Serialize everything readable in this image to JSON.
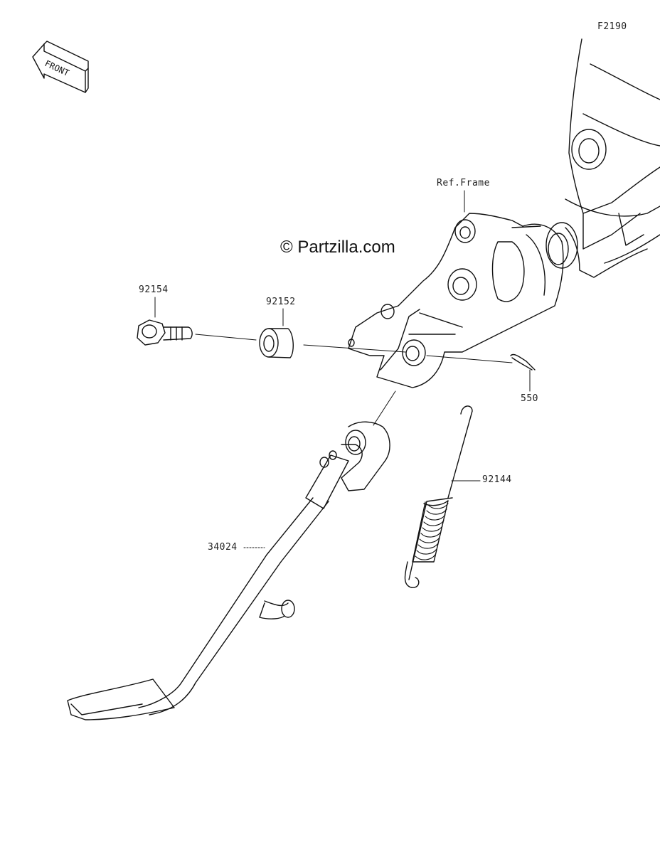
{
  "diagram": {
    "code": "F2190",
    "watermark": "© Partzilla.com",
    "front_label": "FRONT",
    "ref_frame": "Ref.Frame",
    "parts": {
      "bolt": "92154",
      "collar": "92152",
      "cotter_pin": "550",
      "spring": "92144",
      "stand": "34024"
    }
  }
}
